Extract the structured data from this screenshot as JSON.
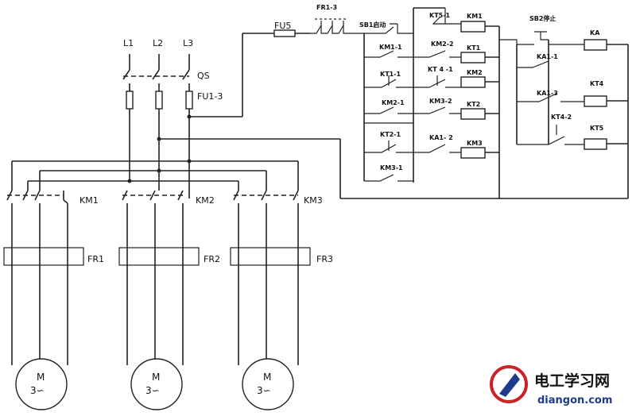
{
  "supply": {
    "l1": "L1",
    "l2": "L2",
    "l3": "L3",
    "qs": "QS",
    "fu13": "FU1-3"
  },
  "control": {
    "fu5": "FU5",
    "fr13": "FR1-3",
    "sb1": "SB1启动",
    "sb2": "SB2停止",
    "kt51": "KT5-1",
    "km11": "KM1-1",
    "km22": "KM2-2",
    "kt11": "KT1-1",
    "kt41": "KT 4 -1",
    "km21": "KM2-1",
    "km32": "KM3-2",
    "kt21": "KT2-1",
    "ka12": "KA1- 2",
    "km31": "KM3-1",
    "ka11": "KA1-1",
    "ka13": "KA1-3",
    "kt42": "KT4-2",
    "coils": {
      "km1": "KM1",
      "kt1": "KT1",
      "km2": "KM2",
      "kt2": "KT2",
      "km3": "KM3",
      "ka": "KA",
      "kt4": "KT4",
      "kt5": "KT5"
    }
  },
  "main": {
    "km1": "KM1",
    "km2": "KM2",
    "km3": "KM3",
    "fr1": "FR1",
    "fr2": "FR2",
    "fr3": "FR3",
    "motor_m": "M",
    "motor_phase": "3∽"
  },
  "watermark": {
    "cn": "电工学习网",
    "en": "diangon.com"
  }
}
